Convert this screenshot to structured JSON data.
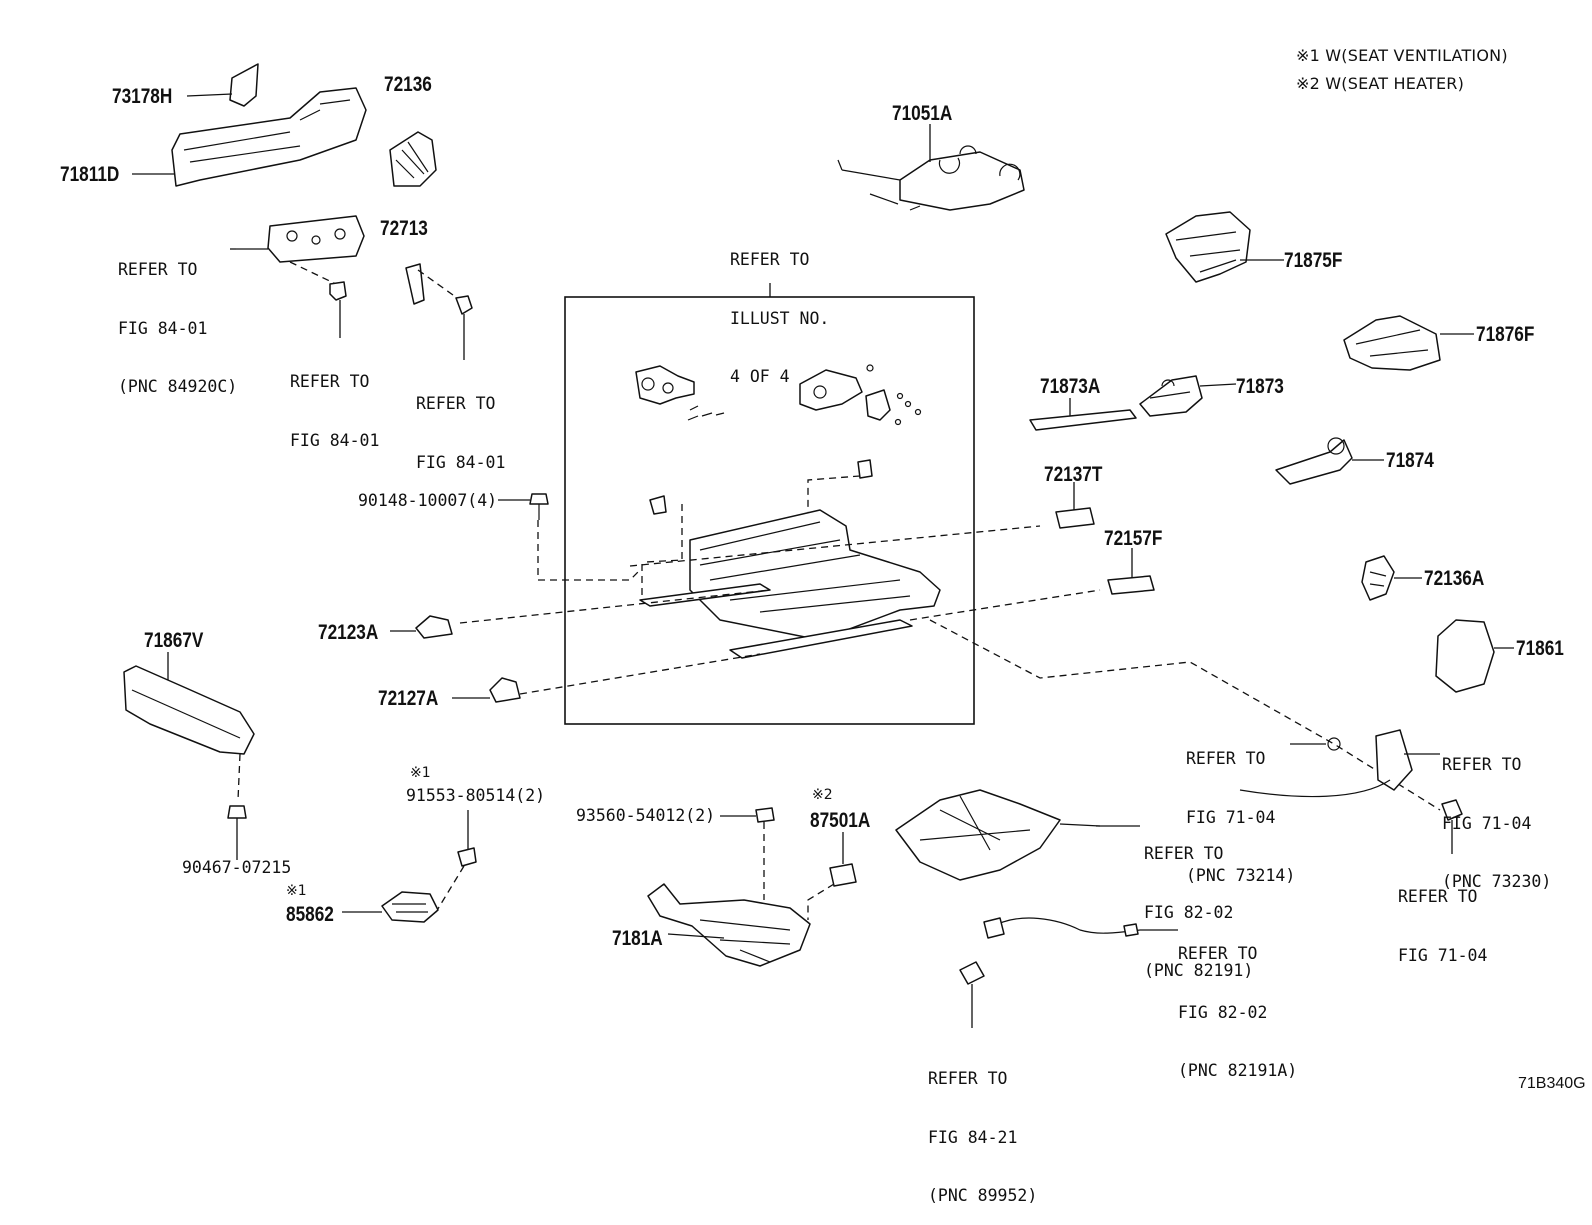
{
  "legend": {
    "note1": "※1  W(SEAT VENTILATION)",
    "note2": "※2  W(SEAT HEATER)"
  },
  "figure_code": "71B340G",
  "parts": {
    "p73178H": "73178H",
    "p71811D": "71811D",
    "p72136": "72136",
    "p72713": "72713",
    "p71051A": "71051A",
    "p71875F": "71875F",
    "p71876F": "71876F",
    "p71873A": "71873A",
    "p71873": "71873",
    "p71874": "71874",
    "p72137T": "72137T",
    "p72157F": "72157F",
    "p72136A": "72136A",
    "p71861": "71861",
    "p72123A": "72123A",
    "p72127A": "72127A",
    "p71867V": "71867V",
    "p90148": "90148-10007(4)",
    "p90467": "90467-07215",
    "p91553": "91553-80514(2)",
    "p85862": "85862",
    "p93560": "93560-54012(2)",
    "p87501A": "87501A",
    "p7181A": "7181A"
  },
  "marks": {
    "m91553": "※1",
    "m85862": "※1",
    "m87501A": "※2"
  },
  "refs": {
    "fig8401_pnc84920c": [
      "REFER TO",
      "FIG 84-01",
      "(PNC 84920C)"
    ],
    "fig8401_a": [
      "REFER TO",
      "FIG 84-01"
    ],
    "fig8401_b": [
      "REFER TO",
      "FIG 84-01"
    ],
    "illust4": [
      "REFER TO",
      "ILLUST NO.",
      "4 OF 4"
    ],
    "fig7104_pnc73214": [
      "REFER TO",
      "FIG 71-04",
      "(PNC 73214)"
    ],
    "fig7104_pnc73230": [
      "REFER TO",
      "FIG 71-04",
      "(PNC 73230)"
    ],
    "fig8202_pnc82191": [
      "REFER TO",
      "FIG 82-02",
      "(PNC 82191)"
    ],
    "fig7104": [
      "REFER TO",
      "FIG 71-04"
    ],
    "fig8202_pnc82191a": [
      "REFER TO",
      "FIG 82-02",
      "(PNC 82191A)"
    ],
    "fig8421_pnc89952": [
      "REFER TO",
      "FIG 84-21",
      "(PNC 89952)"
    ]
  }
}
